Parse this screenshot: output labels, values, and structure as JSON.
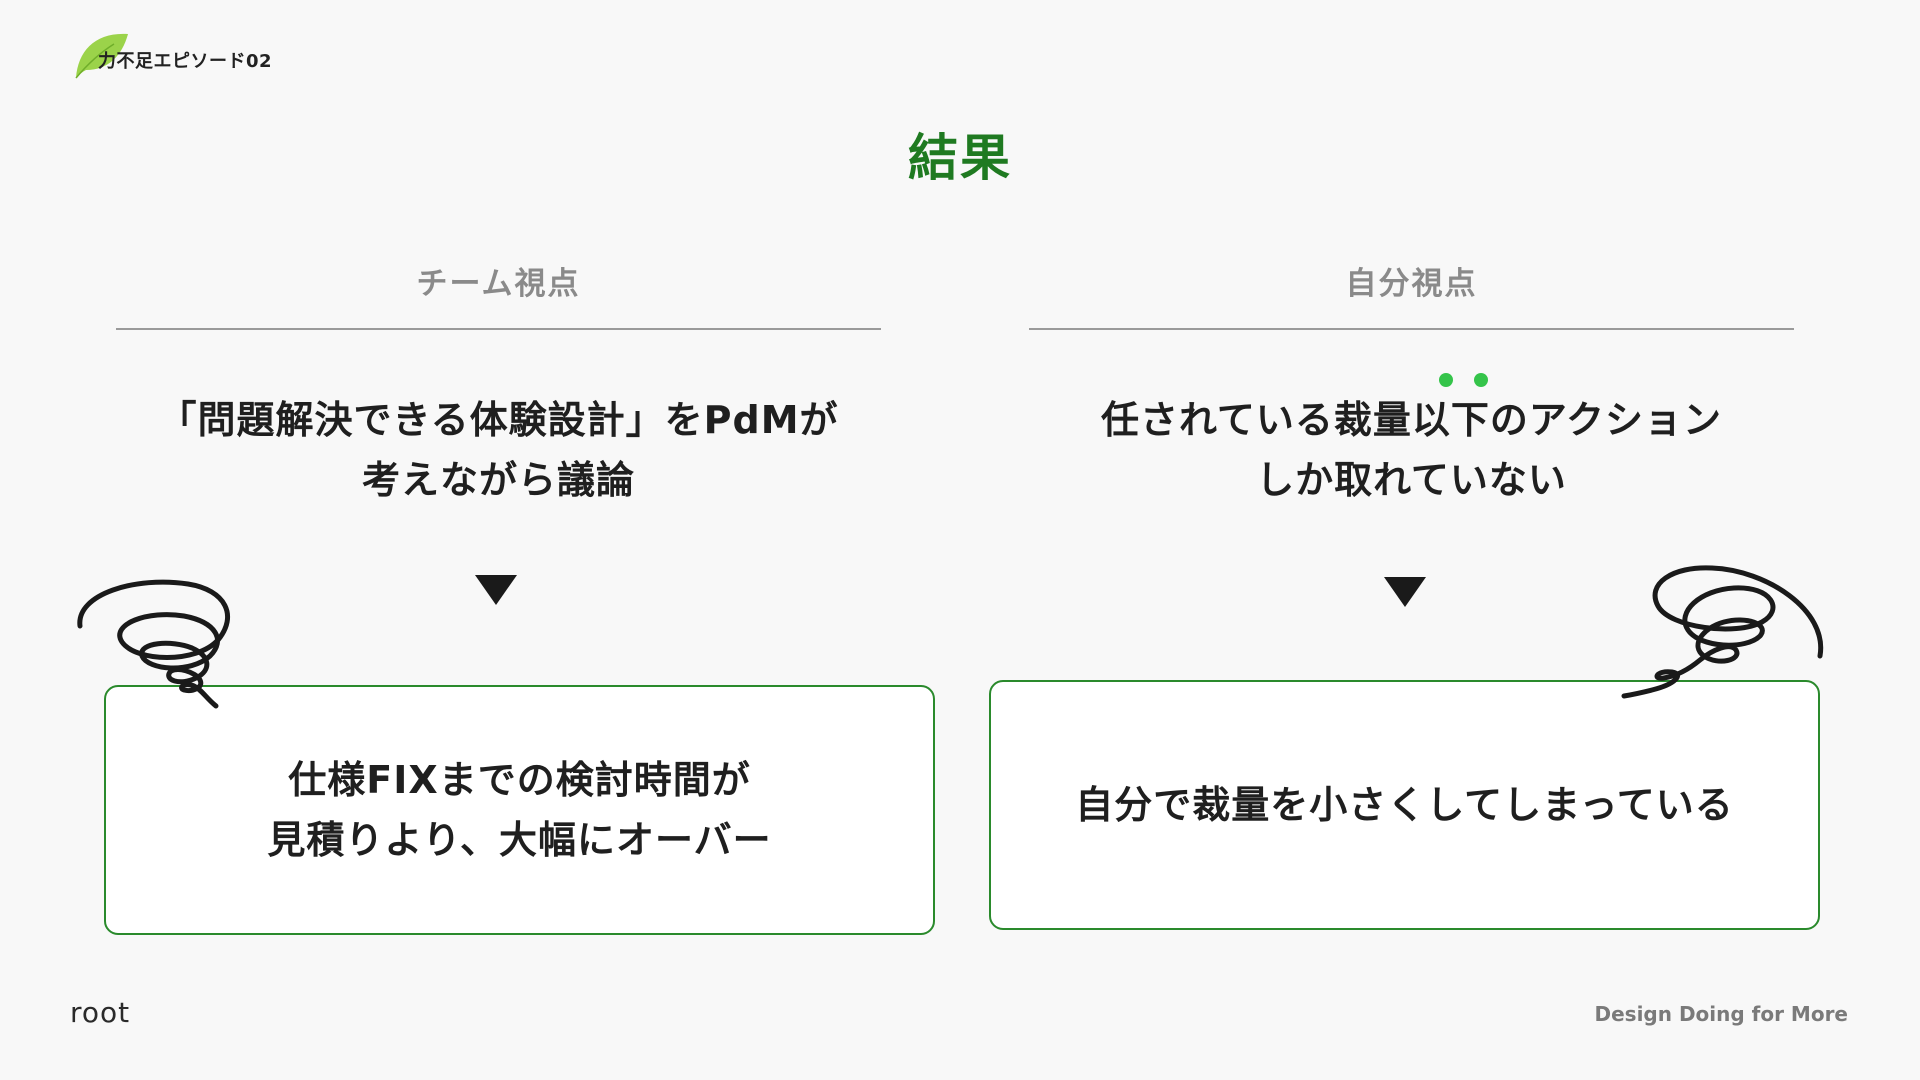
{
  "header": {
    "episode_label": "力不足エピソード02"
  },
  "title": "結果",
  "columns": {
    "team": {
      "heading": "チーム視点",
      "statement_line1": "「問題解決できる体験設計」をPdMが",
      "statement_line2": "考えながら議論",
      "result_line1": "仕様FIXまでの検討時間が",
      "result_line2": "見積りより、大幅にオーバー"
    },
    "self": {
      "heading": "自分視点",
      "statement_line1": "任されている裁量以下のアクション",
      "statement_line2": "しか取れていない",
      "result_line1": "自分で裁量を小さくしてしまっている"
    }
  },
  "footer": {
    "logo": "root",
    "tagline": "Design Doing for More"
  },
  "colors": {
    "accent_green": "#1f7a21",
    "box_border": "#2a8a2c",
    "dot_green": "#35c44a",
    "leaf_green": "#8cc63f"
  },
  "icons": {
    "leaf": "leaf-icon",
    "arrow": "triangle-down-icon",
    "swirl": "scribble-swirl-icon"
  }
}
